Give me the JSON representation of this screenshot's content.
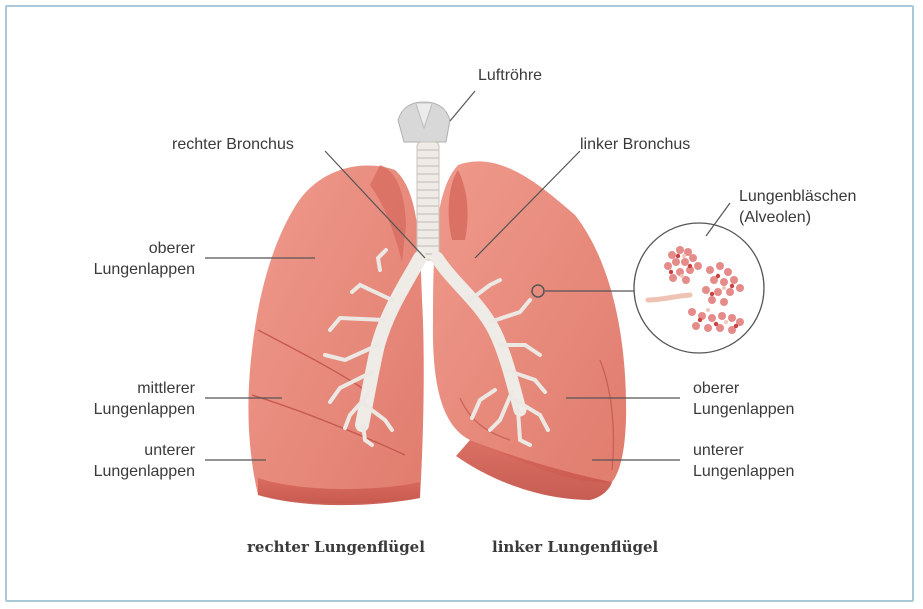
{
  "labels": {
    "trachea": "Luftröhre",
    "right_bronchus": "rechter Bronchus",
    "left_bronchus": "linker Bronchus",
    "alveoli": "Lungenbläschen\n(Alveolen)",
    "right_upper_lobe": "oberer\nLungenlappen",
    "right_middle_lobe": "mittlerer\nLungenlappen",
    "right_lower_lobe": "unterer\nLungenlappen",
    "left_upper_lobe": "oberer\nLungenlappen",
    "left_lower_lobe": "unterer\nLungenlappen"
  },
  "captions": {
    "right_lung": "rechter Lungenflügel",
    "left_lung": "linker Lungenflügel"
  },
  "colors": {
    "frame": "#a9c9da",
    "lung": "#e88a7c",
    "lung_dark": "#c9574d",
    "bronchi": "#f0ece8",
    "leader_line": "#555555"
  }
}
